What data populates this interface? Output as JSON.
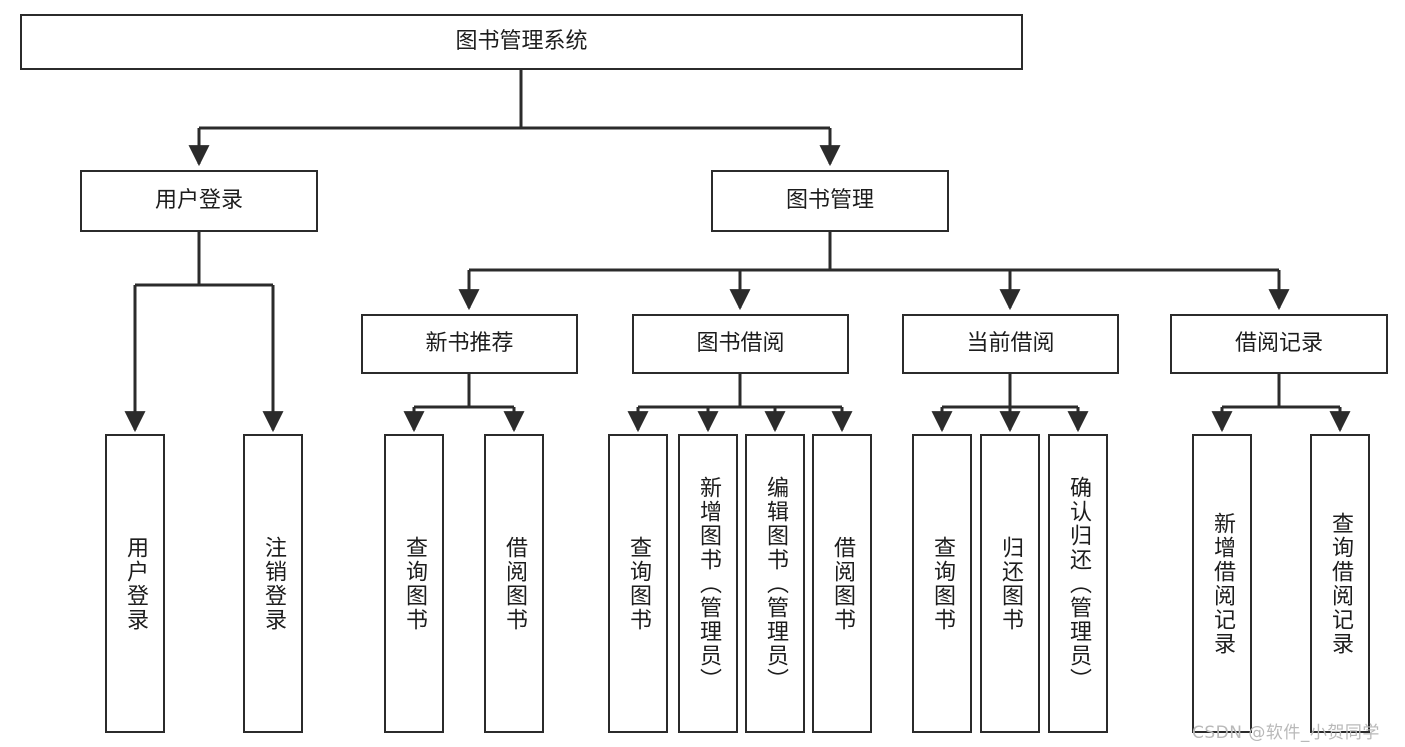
{
  "diagram": {
    "type": "tree-hierarchy-chart",
    "title": "图书管理系统",
    "levels": {
      "root": {
        "label": "图书管理系统"
      },
      "level2": [
        {
          "label": "用户登录"
        },
        {
          "label": "图书管理"
        }
      ],
      "level3": [
        {
          "label": "新书推荐"
        },
        {
          "label": "图书借阅"
        },
        {
          "label": "当前借阅"
        },
        {
          "label": "借阅记录"
        }
      ],
      "leaves": [
        {
          "label": "用户登录",
          "parent": "用户登录"
        },
        {
          "label": "注销登录",
          "parent": "用户登录"
        },
        {
          "label": "查询图书",
          "parent": "新书推荐"
        },
        {
          "label": "借阅图书",
          "parent": "新书推荐"
        },
        {
          "label": "查询图书",
          "parent": "图书借阅"
        },
        {
          "label": "新增图书（管理员）",
          "parent": "图书借阅"
        },
        {
          "label": "编辑图书（管理员）",
          "parent": "图书借阅"
        },
        {
          "label": "借阅图书",
          "parent": "图书借阅"
        },
        {
          "label": "查询图书",
          "parent": "当前借阅"
        },
        {
          "label": "归还图书",
          "parent": "当前借阅"
        },
        {
          "label": "确认归还（管理员）",
          "parent": "当前借阅"
        },
        {
          "label": "新增借阅记录",
          "parent": "借阅记录"
        },
        {
          "label": "查询借阅记录",
          "parent": "借阅记录"
        }
      ]
    },
    "watermark": "CSDN @软件_小贺同学",
    "colors": {
      "box_border": "#2b2b2b",
      "box_fill": "#ffffff",
      "connector": "#2b2b2b",
      "text": "#1d1d1d",
      "watermark": "#b9b9b9",
      "background": "#ffffff"
    }
  }
}
